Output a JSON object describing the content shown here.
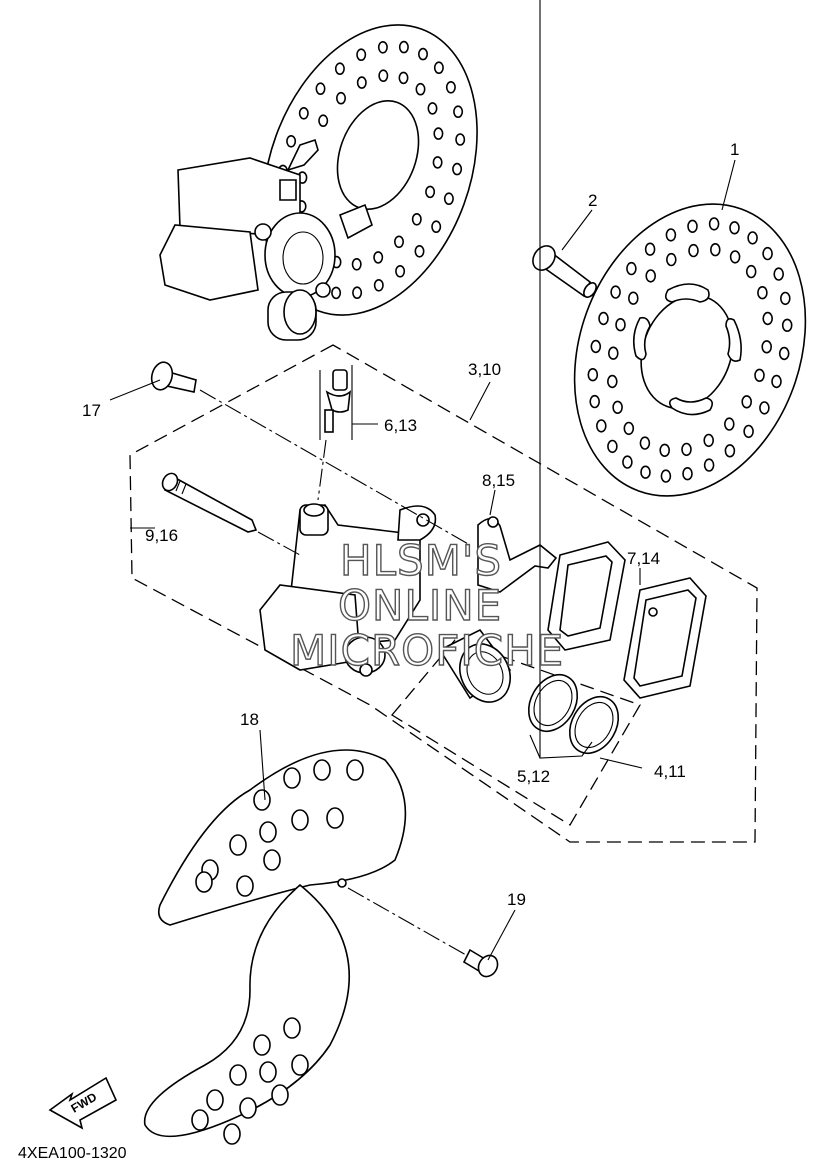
{
  "diagram": {
    "drawing_code": "4XEA100-1320",
    "fwd_label": "FWD",
    "watermark": [
      "HLSM'S",
      "ONLINE",
      "MICROFICHE"
    ],
    "callouts": {
      "c1": "1",
      "c2": "2",
      "c3": "3,10",
      "c4": "4,11",
      "c5": "5,12",
      "c6": "6,13",
      "c7": "7,14",
      "c8": "8,15",
      "c9": "9,16",
      "c17": "17",
      "c18": "18",
      "c19": "19"
    }
  }
}
